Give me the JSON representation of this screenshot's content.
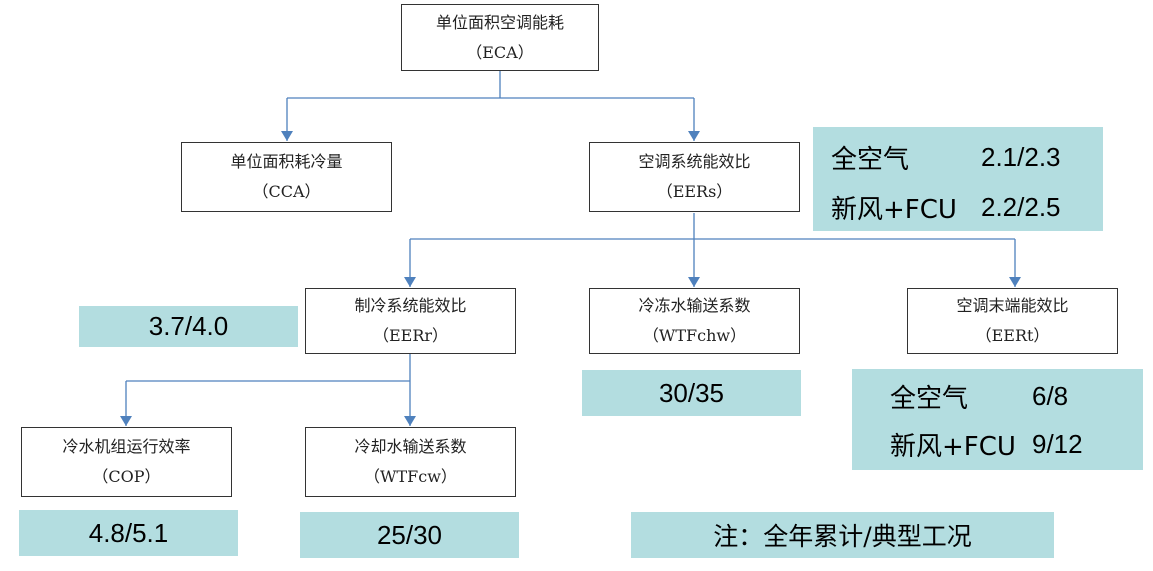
{
  "nodes": {
    "eca": {
      "name": "单位面积空调能耗",
      "code": "（ECA）"
    },
    "cca": {
      "name": "单位面积耗冷量",
      "code": "（CCA）"
    },
    "eers": {
      "name": "空调系统能效比",
      "code": "（EERs）"
    },
    "eerr": {
      "name": "制冷系统能效比",
      "code": "（EERr）"
    },
    "wtfchw": {
      "name": "冷冻水输送系数",
      "code": "（WTFchw）"
    },
    "eert": {
      "name": "空调末端能效比",
      "code": "（EERt）"
    },
    "cop": {
      "name": "冷水机组运行效率",
      "code": "（COP）"
    },
    "wtfcw": {
      "name": "冷却水输送系数",
      "code": "（WTFcw）"
    }
  },
  "values": {
    "eers": [
      {
        "label": "全空气",
        "value": "2.1/2.3"
      },
      {
        "label": "新风+FCU",
        "value": "2.2/2.5"
      }
    ],
    "eert": [
      {
        "label": "全空气",
        "value": "6/8"
      },
      {
        "label": "新风+FCU",
        "value": "9/12"
      }
    ],
    "eerr": "3.7/4.0",
    "wtfchw": "30/35",
    "cop": "4.8/5.1",
    "wtfcw": "25/30"
  },
  "note": "注：全年累计/典型工况",
  "colors": {
    "connector": "#4f81bd",
    "value_box": "#b3dde0",
    "box_border": "#333333"
  }
}
